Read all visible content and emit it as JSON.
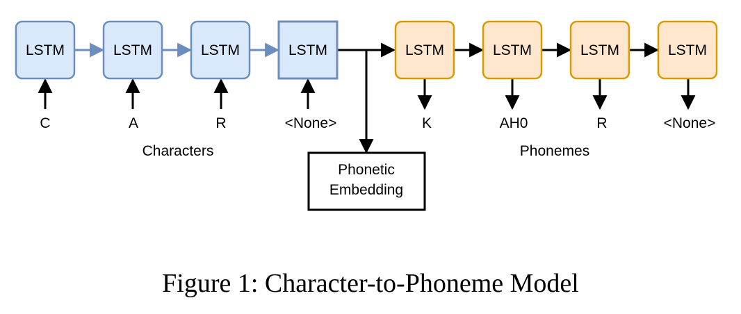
{
  "encoder": {
    "cell_label": "LSTM",
    "inputs": [
      "C",
      "A",
      "R",
      "<None>"
    ],
    "group_label": "Characters",
    "fill": "#dae8fc",
    "stroke": "#6c8ebf"
  },
  "decoder": {
    "cell_label": "LSTM",
    "outputs": [
      "K",
      "AH0",
      "R",
      "<None>"
    ],
    "group_label": "Phonemes",
    "fill": "#ffe6cc",
    "stroke": "#d79b00"
  },
  "embedding": {
    "line1": "Phonetic",
    "line2": "Embedding"
  },
  "caption": "Figure 1: Character-to-Phoneme Model"
}
